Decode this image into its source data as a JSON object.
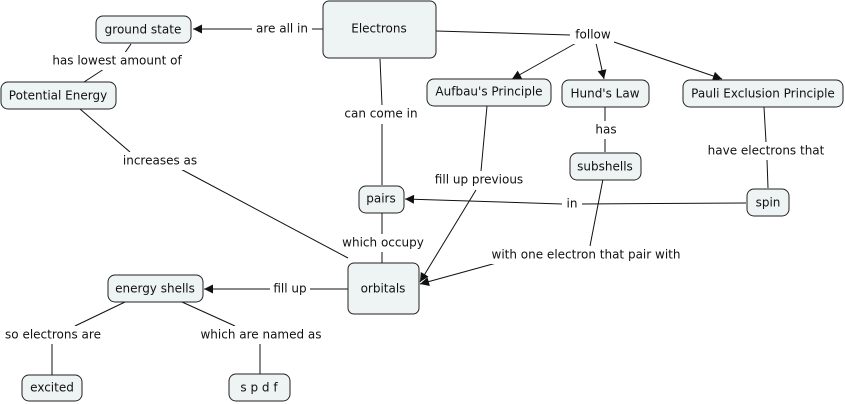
{
  "nodes": {
    "electrons": "Electrons",
    "ground_state": "ground state",
    "potential_energy": "Potential Energy",
    "aufbau": "Aufbau's Principle",
    "hunds_law": "Hund's Law",
    "pauli": "Pauli Exclusion Principle",
    "subshells": "subshells",
    "pairs": "pairs",
    "spin": "spin",
    "orbitals": "orbitals",
    "energy_shells": "energy shells",
    "excited": "excited",
    "spdf": "s p d f"
  },
  "links": {
    "are_all_in": "are all in",
    "follow": "follow",
    "has_lowest": "has lowest amount of",
    "can_come_in": "can come in",
    "increases_as": "increases as",
    "has": "has",
    "have_electrons_that": "have electrons that",
    "fill_up_previous": "fill up previous",
    "in": "in",
    "which_occupy": "which occupy",
    "with_one_electron": "with one electron that pair with",
    "fill_up": "fill up",
    "so_electrons_are": "so electrons are",
    "which_are_named_as": "which are named as"
  }
}
